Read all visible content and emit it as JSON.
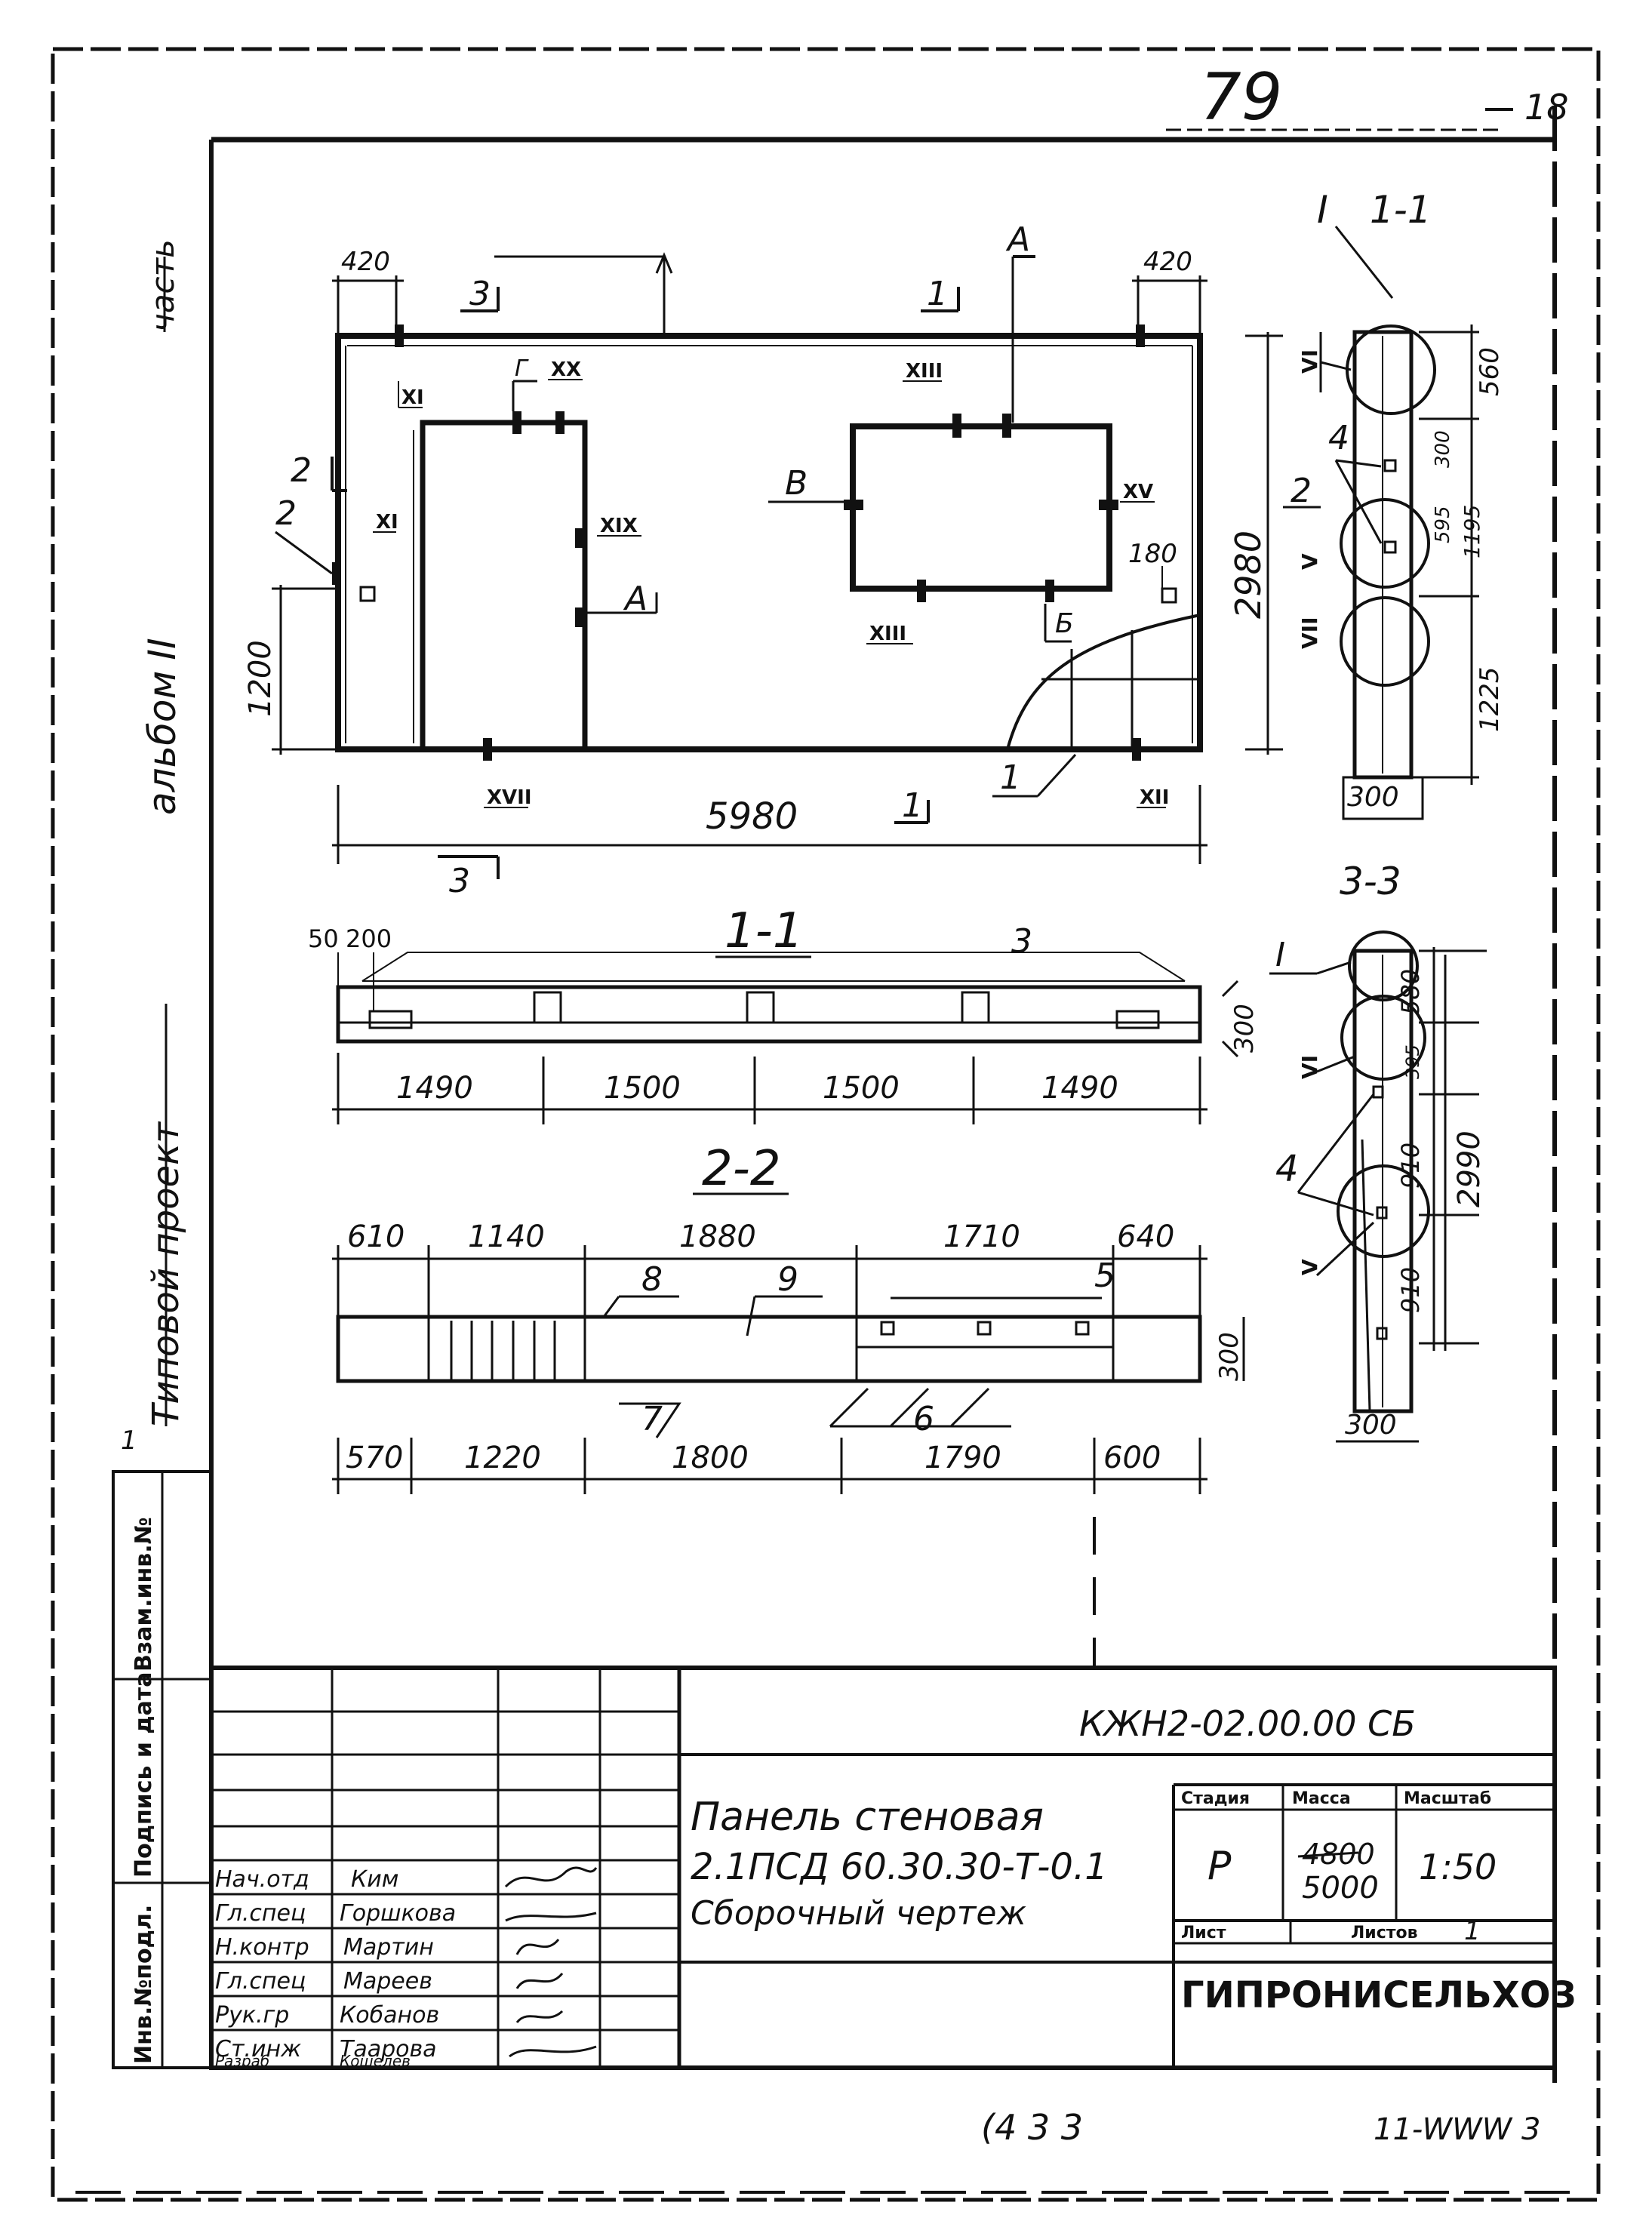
{
  "sheet": {
    "page_number": "79",
    "corner_number": "18",
    "marks_bottom_left": "(4 3 3",
    "marks_bottom_right": "11-WWW 3"
  },
  "side_labels": {
    "album": "альбом",
    "album_roman": "II",
    "part": "часть",
    "type_project": "Типовой проект",
    "small_mark": "1"
  },
  "binding_table": {
    "col_inv_podl": "Инв.№подл.",
    "col_sign_date": "Подпись и дата",
    "col_vzam": "Взам.инв.№"
  },
  "elevation": {
    "dim_left_offset": "420",
    "dim_right_offset": "420",
    "dim_total_length": "5980",
    "dim_height": "2980",
    "dim_window_sill": "1200",
    "dim_small": "180",
    "section_marks": [
      "3",
      "1",
      "A",
      "2",
      "1",
      "3",
      "A",
      "B",
      "Г",
      "Б"
    ],
    "node_marks": [
      "XI",
      "XX",
      "XIII",
      "XV",
      "XIX",
      "XI",
      "XIII",
      "XVII",
      "XII"
    ],
    "leader_2": "2",
    "leader_1": "1"
  },
  "section_1_1": {
    "title": "1-1",
    "dims_top": [
      "50",
      "200"
    ],
    "dims_bottom": [
      "1490",
      "1500",
      "1500",
      "1490"
    ],
    "dim_thickness": "300",
    "leader_3": "3"
  },
  "section_2_2": {
    "title": "2-2",
    "dims_top": [
      "610",
      "1140",
      "1880",
      "1710",
      "640"
    ],
    "dims_bottom": [
      "570",
      "1220",
      "1800",
      "1790",
      "600"
    ],
    "dim_thickness": "300",
    "leaders": [
      "8",
      "9",
      "5",
      "7",
      "6"
    ]
  },
  "section_1_1_side": {
    "title": "1-1",
    "node": "I",
    "dims": [
      "560",
      "300",
      "595",
      "1195",
      "1225"
    ],
    "dim_width": "300",
    "nodes": [
      "VI",
      "V",
      "VII"
    ],
    "leader_2": "2",
    "leader_4": "4"
  },
  "section_3_3": {
    "title": "3-3",
    "node": "I",
    "dims": [
      "580",
      "395",
      "910",
      "910",
      "2990"
    ],
    "dim_width": "300",
    "nodes": [
      "VI",
      "V"
    ],
    "leader_4": "4"
  },
  "title_block": {
    "code": "КЖН2-02.00.00 СБ",
    "name_line1": "Панель стеновая",
    "name_line2": "2.1ПСД 60.30.30-Т-0.1",
    "name_line3": "Сборочный чертеж",
    "stage_label": "Стадия",
    "mass_label": "Масса",
    "scale_label": "Масштаб",
    "stage": "Р",
    "mass_old": "4800",
    "mass": "5000",
    "scale": "1:50",
    "sheet_label": "Лист",
    "sheets_label": "Листов",
    "sheets": "1",
    "org": "ГИПРОНИСЕЛЬХОЗ",
    "staff": [
      {
        "role": "Нач.отд",
        "name": "Ким"
      },
      {
        "role": "Гл.спец",
        "name": "Горшкова"
      },
      {
        "role": "Н.контр",
        "name": "Мартин"
      },
      {
        "role": "Гл.спец",
        "name": "Мареев"
      },
      {
        "role": "Рук.гр",
        "name": "Кобанов"
      },
      {
        "role": "Ст.инж",
        "name": "Таарова"
      },
      {
        "role": "Разраб",
        "name": "Кошелев"
      }
    ]
  }
}
